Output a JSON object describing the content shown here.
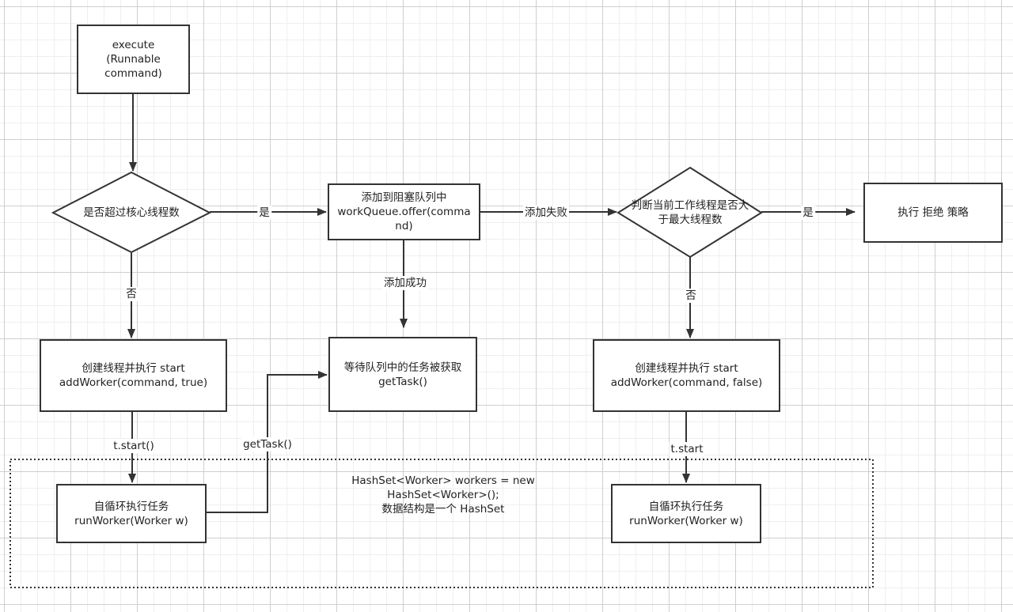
{
  "nodes": {
    "execute": {
      "line1": "execute",
      "line2": "(Runnable",
      "line3": "command)"
    },
    "decision_core": {
      "text": "是否超过核心线程数"
    },
    "add_queue": {
      "line1": "添加到阻塞队列中",
      "line2": "workQueue.offer(comma",
      "line3": "nd)"
    },
    "decision_max": {
      "line1": "判断当前工作线程是否大",
      "line2": "于最大线程数"
    },
    "reject": {
      "text": "执行 拒绝 策略"
    },
    "create_core": {
      "line1": "创建线程并执行 start",
      "line2": "addWorker(command, true)"
    },
    "wait_task": {
      "line1": "等待队列中的任务被获取",
      "line2": "getTask()"
    },
    "create_max": {
      "line1": "创建线程并执行 start",
      "line2": "addWorker(command, false)"
    },
    "run_worker_left": {
      "line1": "自循环执行任务",
      "line2": "runWorker(Worker w)"
    },
    "run_worker_right": {
      "line1": "自循环执行任务",
      "line2": "runWorker(Worker w)"
    }
  },
  "group": {
    "line1": "HashSet<Worker> workers = new",
    "line2": "HashSet<Worker>();",
    "line3": "数据结构是一个 HashSet"
  },
  "edges": {
    "core_yes": "是",
    "core_no": "否",
    "offer_fail": "添加失败",
    "offer_success": "添加成功",
    "max_yes": "是",
    "max_no": "否",
    "start_left": "t.start()",
    "get_task": "getTask()",
    "start_right": "t.start"
  },
  "colors": {
    "stroke": "#333333",
    "grid_major": "#cfcfcf",
    "grid_minor": "#efefef",
    "background": "#ffffff"
  }
}
